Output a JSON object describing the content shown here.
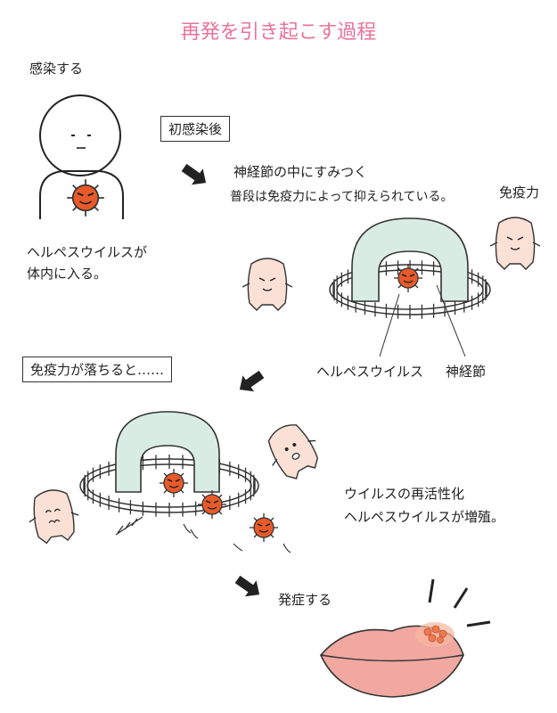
{
  "title": "再発を引き起こす過程",
  "step1": {
    "heading": "感染する",
    "caption_line1": "ヘルペスウイルスが",
    "caption_line2": "体内に入る。"
  },
  "step2": {
    "box_label": "初感染後",
    "heading": "神経節の中にすみつく",
    "caption": "普段は免疫力によって抑えられている。",
    "immunity_label": "免疫力",
    "virus_label": "ヘルペスウイルス",
    "ganglion_label": "神経節"
  },
  "step3": {
    "box_label": "免疫力が落ちると……",
    "heading": "ウイルスの再活性化",
    "caption": "ヘルペスウイルスが増殖。"
  },
  "step4": {
    "heading": "発症する"
  },
  "colors": {
    "title": "#e8739a",
    "virus": "#e85a2a",
    "ganglion": "#d8ece4",
    "immune_cell": "#fbe0d6",
    "lips": "#f0a8a0",
    "blister": "#f07a50"
  }
}
